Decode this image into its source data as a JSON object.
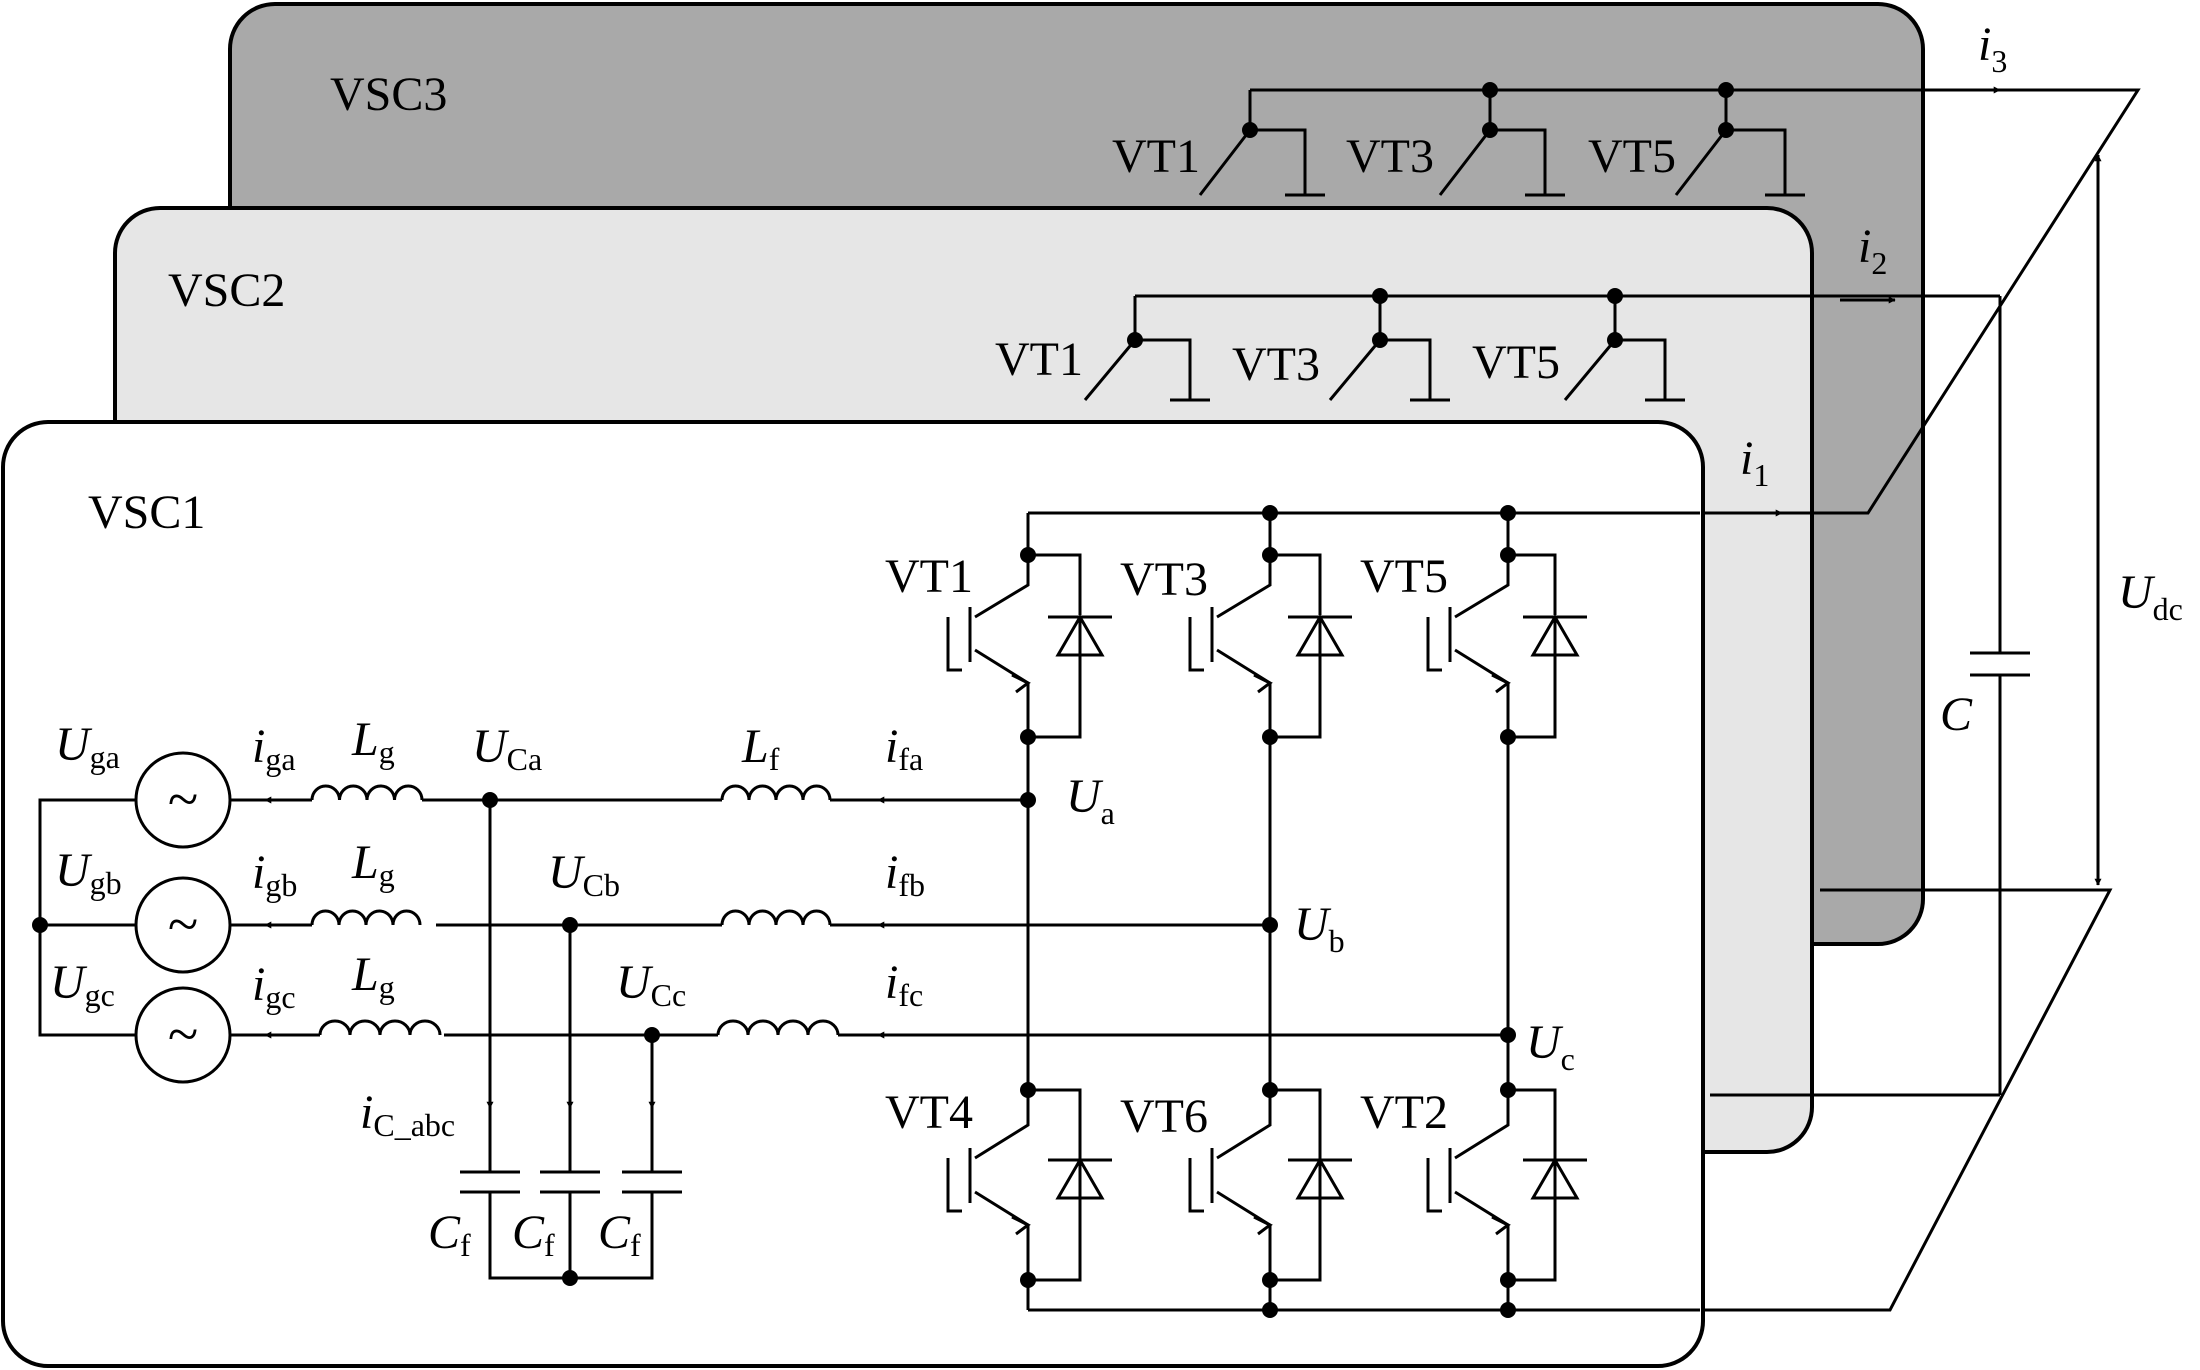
{
  "panels": {
    "vsc3": {
      "title": "VSC3",
      "fill": "#a9a9a9"
    },
    "vsc2": {
      "title": "VSC2",
      "fill": "#e6e6e6"
    },
    "vsc1": {
      "title": "VSC1",
      "fill": "#ffffff"
    }
  },
  "switches": {
    "upper": [
      "VT1",
      "VT3",
      "VT5"
    ],
    "lower": [
      "VT4",
      "VT6",
      "VT2"
    ]
  },
  "dc_link": {
    "currents": [
      {
        "sym": "i",
        "sub": "3"
      },
      {
        "sym": "i",
        "sub": "2"
      },
      {
        "sym": "i",
        "sub": "1"
      }
    ],
    "voltage": {
      "sym": "U",
      "sub": "dc"
    },
    "capacitor": {
      "sym": "C"
    }
  },
  "phases": [
    {
      "grid_voltage": {
        "sym": "U",
        "sub": "ga"
      },
      "grid_current": {
        "sym": "i",
        "sub": "ga"
      },
      "grid_inductor": {
        "sym": "L",
        "sub": "g"
      },
      "cap_voltage": {
        "sym": "U",
        "sub": "Ca"
      },
      "filter_inductor": {
        "sym": "L",
        "sub": "f"
      },
      "filter_current": {
        "sym": "i",
        "sub": "fa"
      },
      "bridge_voltage": {
        "sym": "U",
        "sub": "a"
      }
    },
    {
      "grid_voltage": {
        "sym": "U",
        "sub": "gb"
      },
      "grid_current": {
        "sym": "i",
        "sub": "gb"
      },
      "grid_inductor": {
        "sym": "L",
        "sub": "g"
      },
      "cap_voltage": {
        "sym": "U",
        "sub": "Cb"
      },
      "filter_current": {
        "sym": "i",
        "sub": "fb"
      },
      "bridge_voltage": {
        "sym": "U",
        "sub": "b"
      }
    },
    {
      "grid_voltage": {
        "sym": "U",
        "sub": "gc"
      },
      "grid_current": {
        "sym": "i",
        "sub": "gc"
      },
      "grid_inductor": {
        "sym": "L",
        "sub": "g"
      },
      "cap_voltage": {
        "sym": "U",
        "sub": "Cc"
      },
      "filter_current": {
        "sym": "i",
        "sub": "fc"
      },
      "bridge_voltage": {
        "sym": "U",
        "sub": "c"
      }
    }
  ],
  "filter_caps": {
    "current": {
      "sym": "i",
      "sub": "C_abc"
    },
    "labels": [
      {
        "sym": "C",
        "sub": "f"
      },
      {
        "sym": "C",
        "sub": "f"
      },
      {
        "sym": "C",
        "sub": "f"
      }
    ]
  },
  "source_symbol": "~"
}
